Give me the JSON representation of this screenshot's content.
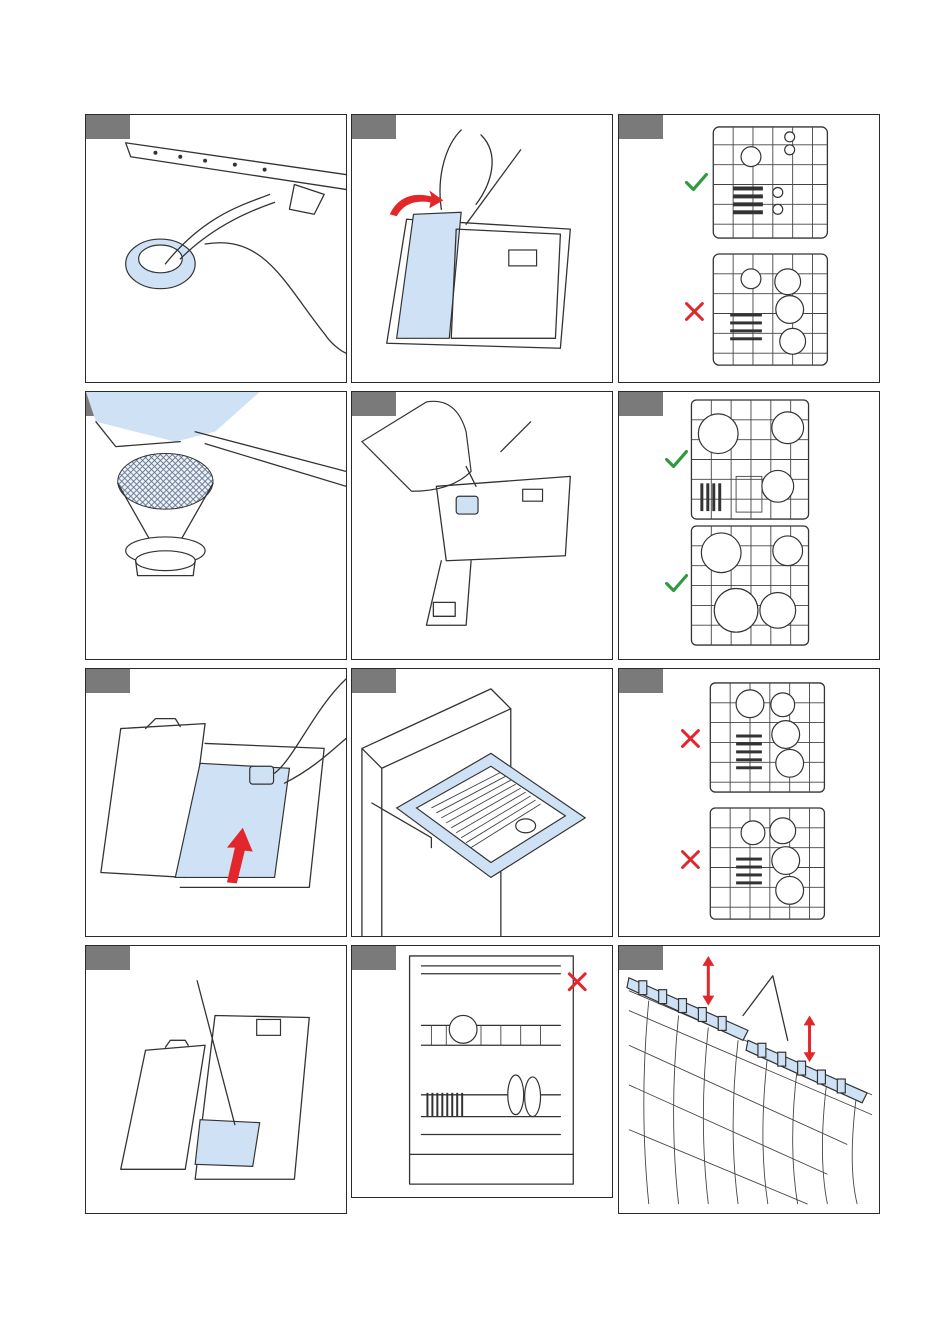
{
  "page": {
    "title": ""
  },
  "panels": [
    {
      "id": "p1",
      "content": "filter-removal"
    },
    {
      "id": "p2",
      "content": "detergent-dispenser-lid-open"
    },
    {
      "id": "p3",
      "content": "upper-rack-loading",
      "marks": [
        "check",
        "cross"
      ]
    },
    {
      "id": "p4",
      "content": "filter-cleaning"
    },
    {
      "id": "p5",
      "content": "rinse-aid-filling"
    },
    {
      "id": "p6",
      "content": "lower-rack-loading",
      "marks": [
        "check",
        "check"
      ]
    },
    {
      "id": "p7",
      "content": "dispenser-lid-close"
    },
    {
      "id": "p8",
      "content": "cutlery-drawer"
    },
    {
      "id": "p9",
      "content": "rack-loading-wrong",
      "marks": [
        "cross",
        "cross"
      ]
    },
    {
      "id": "p10",
      "content": "detergent-compartment"
    },
    {
      "id": "p11",
      "content": "overloaded-dishwasher",
      "marks": [
        "cross"
      ]
    },
    {
      "id": "p12",
      "content": "adjustable-tines"
    }
  ],
  "colors": {
    "accent_blue": "#cfe2f5",
    "error_red": "#e3262b",
    "ok_green": "#2f9a3f",
    "tag_grey": "#7a7a7a"
  }
}
